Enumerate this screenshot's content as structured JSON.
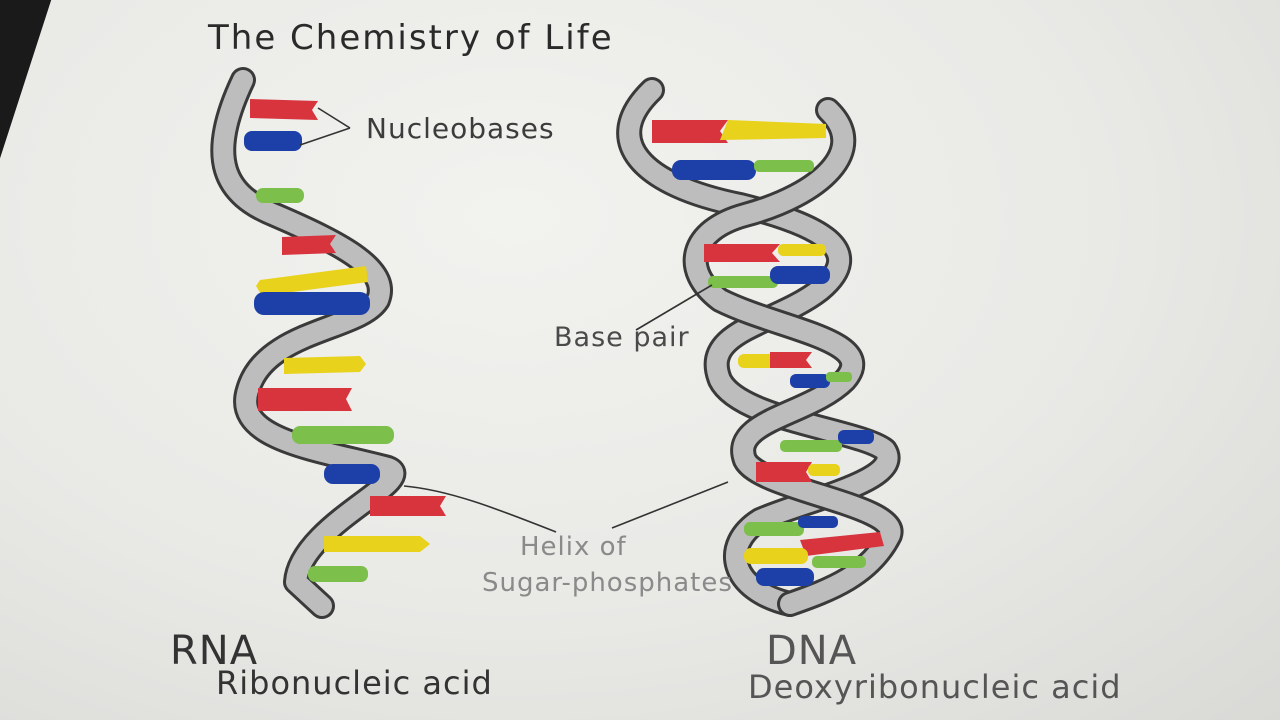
{
  "title": "The Chemistry of Life",
  "labels": {
    "nucleobases": "Nucleobases",
    "base_pair": "Base pair",
    "helix_line1": "Helix of",
    "helix_line2": "Sugar-phosphates"
  },
  "rna": {
    "short": "RNA",
    "long": "Ribonucleic acid"
  },
  "dna": {
    "short": "DNA",
    "long": "Deoxyribonucleic acid"
  },
  "colors": {
    "red": "#d8343e",
    "blue": "#1d3fa8",
    "yellow": "#e8d21c",
    "green": "#7cbf4a",
    "backbone_fill": "#bdbdbd",
    "backbone_outline": "#3a3a3a"
  }
}
